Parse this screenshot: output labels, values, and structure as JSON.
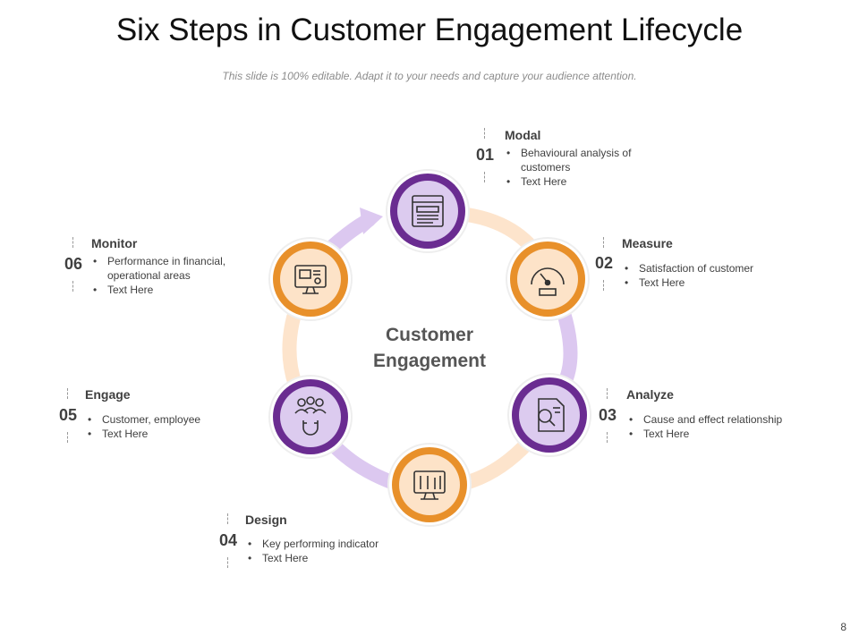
{
  "title": "Six Steps in Customer Engagement Lifecycle",
  "subtitle": "This slide is 100% editable. Adapt it to your needs and capture your audience attention.",
  "center_label_line1": "Customer",
  "center_label_line2": "Engagement",
  "page_number": "8",
  "colors": {
    "purple": "#6a2c91",
    "purple_light": "#dccbef",
    "orange": "#e8902a",
    "orange_light": "#fde3c8",
    "ring_purple": "#dcc8f0",
    "ring_orange": "#fde4cc"
  },
  "steps": [
    {
      "number": "01",
      "heading": "Modal",
      "bullets": [
        "Behavioural  analysis of customers",
        "Text Here"
      ],
      "icon": "browser-window-icon",
      "theme": "purple"
    },
    {
      "number": "02",
      "heading": "Measure",
      "bullets": [
        "Satisfaction of customer",
        "Text Here"
      ],
      "icon": "speedometer-icon",
      "theme": "orange"
    },
    {
      "number": "03",
      "heading": "Analyze",
      "bullets": [
        "Cause and effect relationship",
        "Text Here"
      ],
      "icon": "document-search-icon",
      "theme": "purple"
    },
    {
      "number": "04",
      "heading": "Design",
      "bullets": [
        "Key performing  indicator",
        "Text Here"
      ],
      "icon": "monitor-design-tools-icon",
      "theme": "orange"
    },
    {
      "number": "05",
      "heading": "Engage",
      "bullets": [
        "Customer,  employee",
        "Text Here"
      ],
      "icon": "people-magnet-icon",
      "theme": "purple"
    },
    {
      "number": "06",
      "heading": "Monitor",
      "bullets": [
        "Performance  in financial, operational areas",
        "Text Here"
      ],
      "icon": "monitor-chart-icon",
      "theme": "orange"
    }
  ]
}
